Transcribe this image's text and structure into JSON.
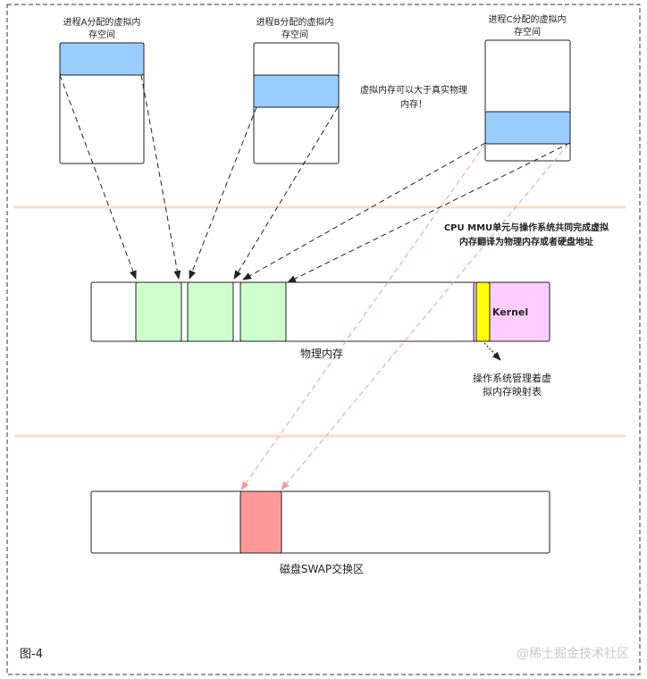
{
  "labels": {
    "proc_a": [
      "进程A分配的虚拟内",
      "存空间"
    ],
    "proc_b": [
      "进程B分配的虚拟内",
      "存空间"
    ],
    "proc_c": [
      "进程C分配的虚拟内",
      "存空间"
    ],
    "virtual_note": [
      "虚拟内存可以大于真实物理",
      "内存！"
    ],
    "mmu_note": [
      "CPU MMU单元与操作系统共同完成虚拟",
      "内存翻译为物理内存或者硬盘地址"
    ],
    "physical_memory": "物理内存",
    "kernel": "Kernel",
    "os_table_note": [
      "操作系统管理着虚",
      "拟内存映射表"
    ],
    "swap": "磁盘SWAP交换区",
    "figure": "图-4",
    "watermark": "@稀土掘金技术社区"
  },
  "colors": {
    "virtual_page": "#99ccff",
    "physical_page": "#ccffcc",
    "kernel_area": "#ffccff",
    "page_table": "#ffff00",
    "swap_page": "#ff9999",
    "divider": "#fddcc0",
    "swap_arrow": "#f29a9a"
  }
}
